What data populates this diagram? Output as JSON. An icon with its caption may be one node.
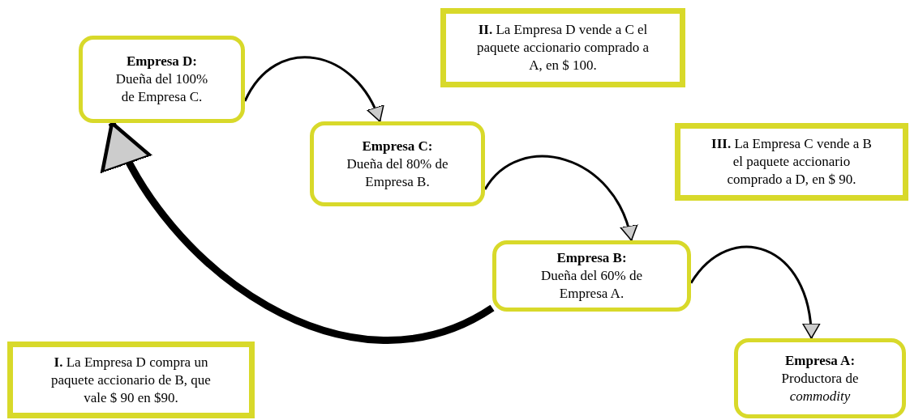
{
  "diagram": {
    "nodes": [
      {
        "text": [
          "Empresa D:",
          "Dueña del 100% de Empresa C."
        ]
      },
      {
        "text": [
          "**II.** La Empresa D vende a C el paquete accionario comprado a  A, en  $ 100."
        ]
      },
      {
        "text": [
          "Empresa C:",
          "Dueña del 80% de Empresa B."
        ]
      },
      {
        "text": [
          "**III.** La Empresa C vende a B el paquete accionario comprado a  D, en  $ 90."
        ]
      },
      {
        "text": [
          "Empresa B:",
          "Dueña del 60% de Empresa A."
        ]
      },
      {
        "text": [
          "**I.** La Empresa D compra un paquete accionario de B, que vale $ 90 en $90."
        ]
      },
      {
        "text": [
          "Empresa A:",
          "Productora de *commodity*"
        ]
      }
    ],
    "edges": [
      {
        "from": 0,
        "to": 2,
        "arrow": "to"
      },
      {
        "from": 2,
        "to": 4,
        "arrow": "to"
      },
      {
        "from": 4,
        "to": 6,
        "arrow": "to"
      },
      {
        "from": 4,
        "to": 0,
        "arrow": "to",
        "style": "thick"
      }
    ]
  }
}
